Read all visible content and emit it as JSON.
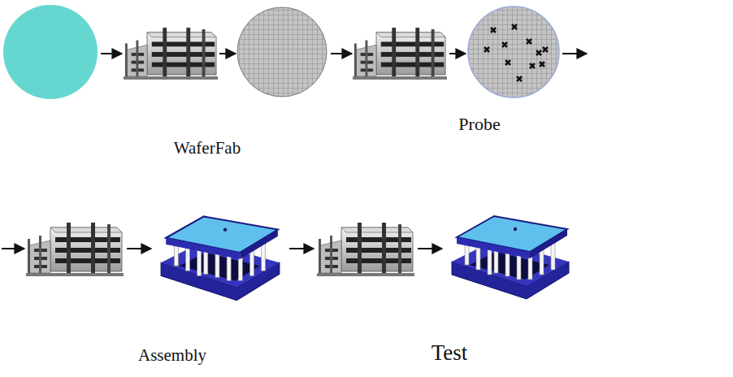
{
  "diagram": {
    "labels": [
      "WaferFab",
      "Probe",
      "Assembly",
      "Test"
    ]
  }
}
